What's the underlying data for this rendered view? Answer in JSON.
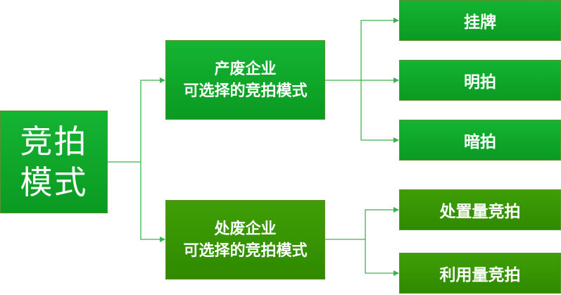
{
  "root": {
    "line1": "竞拍",
    "line2": "模式"
  },
  "branches": [
    {
      "title": "产废企业",
      "subtitle": "可选择的竞拍模式",
      "leaves": [
        "挂牌",
        "明拍",
        "暗拍"
      ]
    },
    {
      "title": "处废企业",
      "subtitle": "可选择的竞拍模式",
      "leaves": [
        "处置量竞拍",
        "利用量竞拍"
      ]
    }
  ],
  "colors": {
    "primary": "#0fa82a",
    "secondary": "#3a9706",
    "connector": "#3bb34a",
    "border": "#5f8f2e"
  }
}
